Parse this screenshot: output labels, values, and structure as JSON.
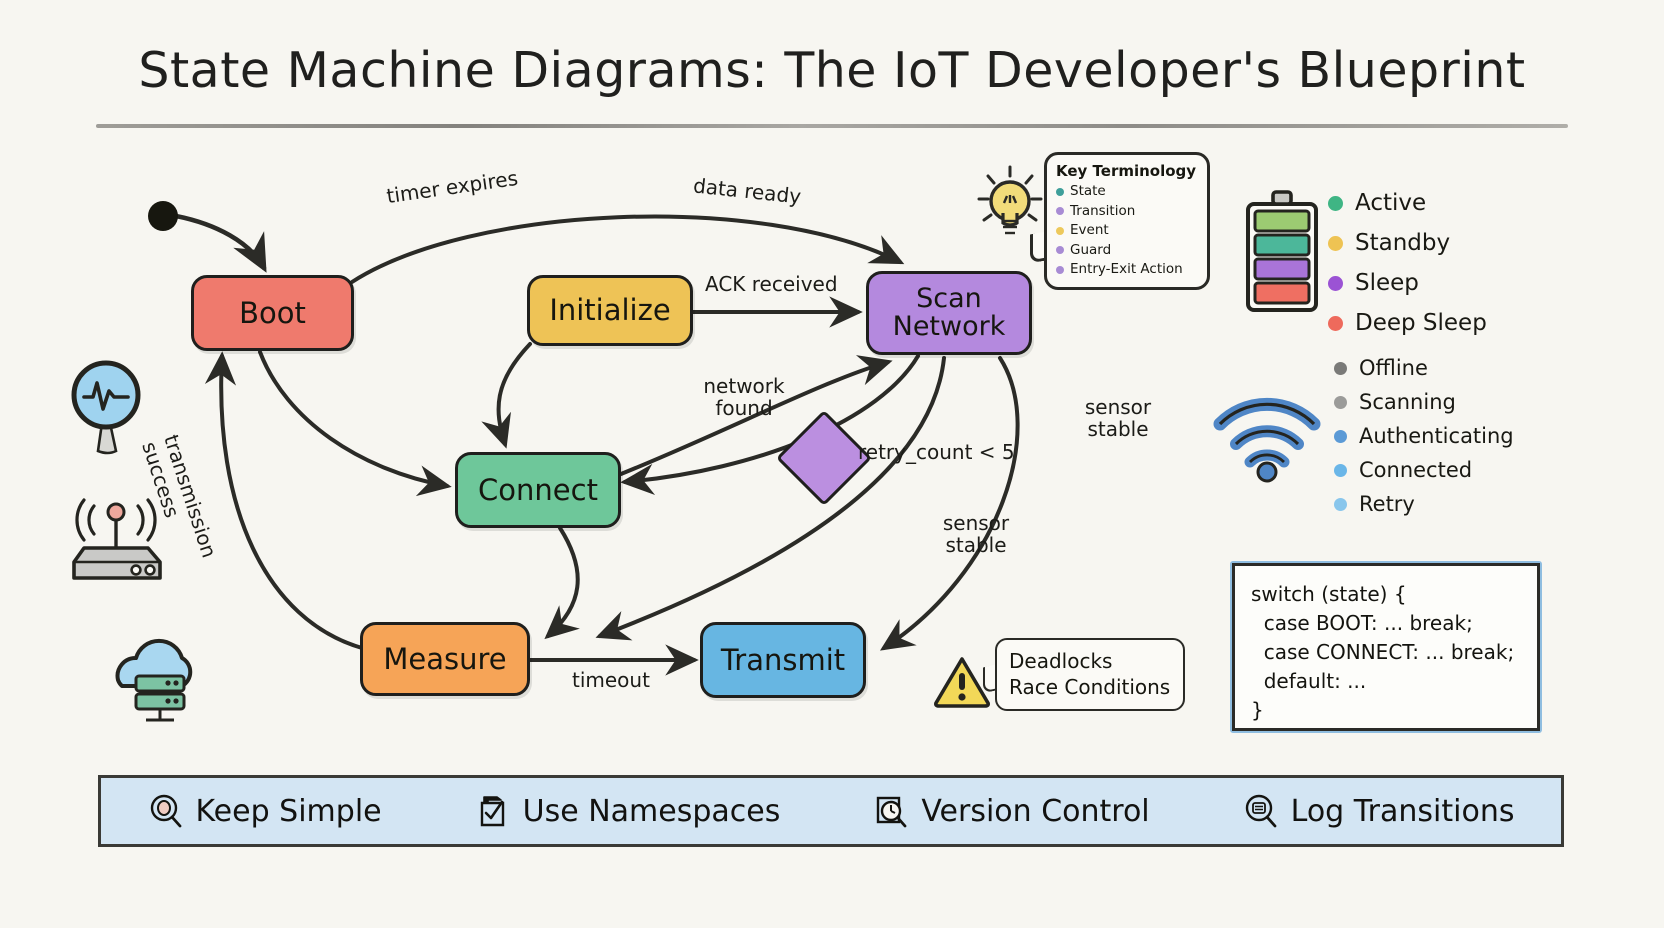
{
  "title": "State Machine Diagrams: The IoT Developer's Blueprint",
  "diagram": {
    "type": "state-machine",
    "nodes": [
      {
        "id": "boot",
        "label": "Boot",
        "color": "#ef7a6d"
      },
      {
        "id": "initialize",
        "label": "Initialize",
        "color": "#eec356"
      },
      {
        "id": "scan",
        "label": "Scan\nNetwork",
        "color": "#b489de"
      },
      {
        "id": "connect",
        "label": "Connect",
        "color": "#6ec79a"
      },
      {
        "id": "measure",
        "label": "Measure",
        "color": "#f6a457"
      },
      {
        "id": "transmit",
        "label": "Transmit",
        "color": "#67b6e2"
      }
    ],
    "guard": {
      "id": "guard-retry",
      "label": "retry_count < 5",
      "color": "#bb8fe0"
    },
    "edges": [
      {
        "from": "start",
        "to": "boot",
        "label": ""
      },
      {
        "from": "boot",
        "to": "scan",
        "label": "timer expires"
      },
      {
        "from": "boot",
        "to": "scan",
        "label": "data ready"
      },
      {
        "from": "initialize",
        "to": "scan",
        "label": "ACK received"
      },
      {
        "from": "initialize",
        "to": "connect",
        "label": ""
      },
      {
        "from": "boot",
        "to": "connect",
        "label": ""
      },
      {
        "from": "connect",
        "to": "scan",
        "label": "network found"
      },
      {
        "from": "scan",
        "to": "connect",
        "label": "retry_count < 5"
      },
      {
        "from": "scan",
        "to": "transmit",
        "label": "sensor stable"
      },
      {
        "from": "scan",
        "to": "measure",
        "label": "sensor stable"
      },
      {
        "from": "connect",
        "to": "measure",
        "label": ""
      },
      {
        "from": "measure",
        "to": "transmit",
        "label": "timeout"
      },
      {
        "from": "measure",
        "to": "boot",
        "label": "transmission success"
      }
    ],
    "labels": {
      "timer_expires": "timer expires",
      "data_ready": "data ready",
      "ack_received": "ACK received",
      "network_found_l1": "network",
      "network_found_l2": "found",
      "retry_guard": "retry_count < 5",
      "sensor_stable_a_l1": "sensor",
      "sensor_stable_a_l2": "stable",
      "sensor_stable_b_l1": "sensor",
      "sensor_stable_b_l2": "stable",
      "timeout": "timeout",
      "transmission_success_l1": "transmission",
      "transmission_success_l2": "success"
    }
  },
  "key_terminology": {
    "title": "Key Terminology",
    "items": [
      {
        "label": "State",
        "color": "#3f9f9a"
      },
      {
        "label": "Transition",
        "color": "#a88cd4"
      },
      {
        "label": "Event",
        "color": "#edc95c"
      },
      {
        "label": "Guard",
        "color": "#a88cd4"
      },
      {
        "label": "Entry-Exit Action",
        "color": "#a88cd4"
      }
    ]
  },
  "battery_legend": {
    "icon": "battery-icon",
    "segments": [
      "#9ccb72",
      "#4cb79a",
      "#a974d8",
      "#ef6f62"
    ],
    "items": [
      {
        "label": "Active",
        "color": "#3fb584"
      },
      {
        "label": "Standby",
        "color": "#eec353"
      },
      {
        "label": "Sleep",
        "color": "#9b53d4"
      },
      {
        "label": "Deep Sleep",
        "color": "#ee6a5c"
      }
    ]
  },
  "wifi_legend": {
    "icon": "wifi-icon",
    "items": [
      {
        "label": "Offline",
        "color": "#7a7a78"
      },
      {
        "label": "Scanning",
        "color": "#9b9b99"
      },
      {
        "label": "Authenticating",
        "color": "#5b9ad6"
      },
      {
        "label": "Connected",
        "color": "#6ab6e8"
      },
      {
        "label": "Retry",
        "color": "#89c6ec"
      }
    ]
  },
  "code_snippet": {
    "border_color": "#8fbde0",
    "lines": [
      "switch (state) {",
      "  case BOOT: ... break;",
      "  case CONNECT: ... break;",
      "  default: ...",
      "}"
    ]
  },
  "warning_callout": {
    "icon": "warning-triangle-icon",
    "lines": [
      "Deadlocks",
      "Race Conditions"
    ]
  },
  "side_icons": [
    {
      "name": "sensor-pulse-icon",
      "color": "#9fd3ef"
    },
    {
      "name": "router-antenna-icon",
      "color": "#c9c9c7"
    },
    {
      "name": "cloud-server-icon",
      "color": "#9fd3ef"
    }
  ],
  "footer": {
    "background": "#d3e5f3",
    "items": [
      {
        "icon": "target-magnifier-icon",
        "label": "Keep Simple"
      },
      {
        "icon": "clipboard-check-icon",
        "label": "Use Namespaces"
      },
      {
        "icon": "document-search-icon",
        "label": "Version Control"
      },
      {
        "icon": "log-search-icon",
        "label": "Log Transitions"
      }
    ]
  }
}
